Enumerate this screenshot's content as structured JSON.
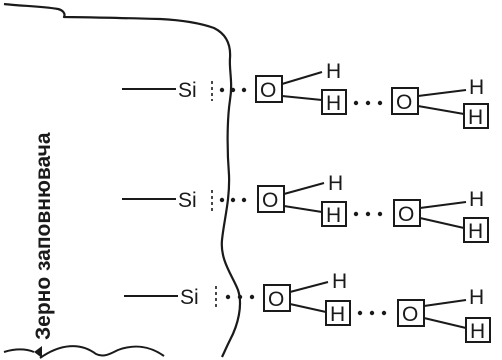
{
  "diagram": {
    "grain_label": "Зерно заповнювача",
    "rows": [
      {
        "si": "Si",
        "o1": "O",
        "h1_top": "H",
        "h1_box": "H",
        "o2": "O",
        "h2_top": "H",
        "h2_box": "H"
      },
      {
        "si": "Si",
        "o1": "O",
        "h1_top": "H",
        "h1_box": "H",
        "o2": "O",
        "h2_top": "H",
        "h2_box": "H"
      },
      {
        "si": "Si",
        "o1": "O",
        "h1_top": "H",
        "h1_box": "H",
        "o2": "O",
        "h2_top": "H",
        "h2_box": "H"
      }
    ]
  }
}
